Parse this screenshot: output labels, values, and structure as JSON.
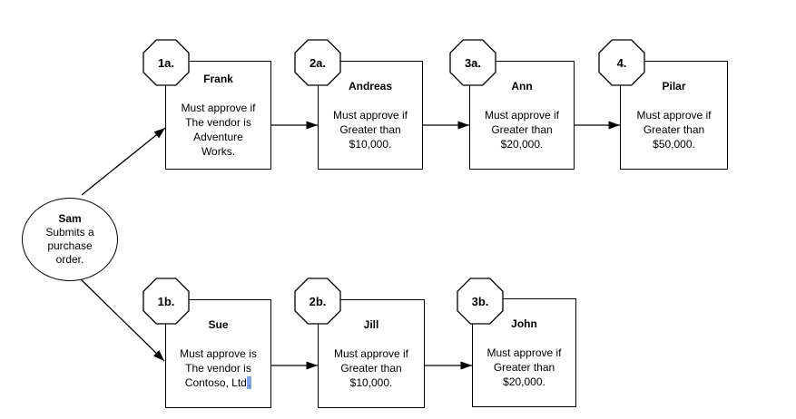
{
  "diagram": {
    "background_color": "#ffffff",
    "stroke_color": "#000000",
    "selection_highlight_color": "#7da4e8",
    "start_node": {
      "name": "Sam",
      "lines": [
        "Submits a",
        "purchase",
        "order."
      ]
    },
    "approvers_top": [
      {
        "step": "1a.",
        "name": "Frank",
        "body": [
          "Must approve if",
          "The vendor is",
          "Adventure",
          "Works."
        ]
      },
      {
        "step": "2a.",
        "name": "Andreas",
        "body": [
          "Must approve if",
          "Greater than",
          "$10,000."
        ]
      },
      {
        "step": "3a.",
        "name": "Ann",
        "body": [
          "Must approve if",
          "Greater than",
          "$20,000."
        ]
      },
      {
        "step": "4.",
        "name": "Pilar",
        "body": [
          "Must approve if",
          "Greater than",
          "$50,000."
        ]
      }
    ],
    "approvers_bottom": [
      {
        "step": "1b.",
        "name": "Sue",
        "body": [
          "Must approve is",
          "The vendor is",
          "Contoso, Ltd"
        ],
        "selected_text": "."
      },
      {
        "step": "2b.",
        "name": "Jill",
        "body": [
          "Must approve if",
          "Greater than",
          "$10,000."
        ]
      },
      {
        "step": "3b.",
        "name": "John",
        "body": [
          "Must approve if",
          "Greater than",
          "$20,000."
        ]
      }
    ]
  }
}
